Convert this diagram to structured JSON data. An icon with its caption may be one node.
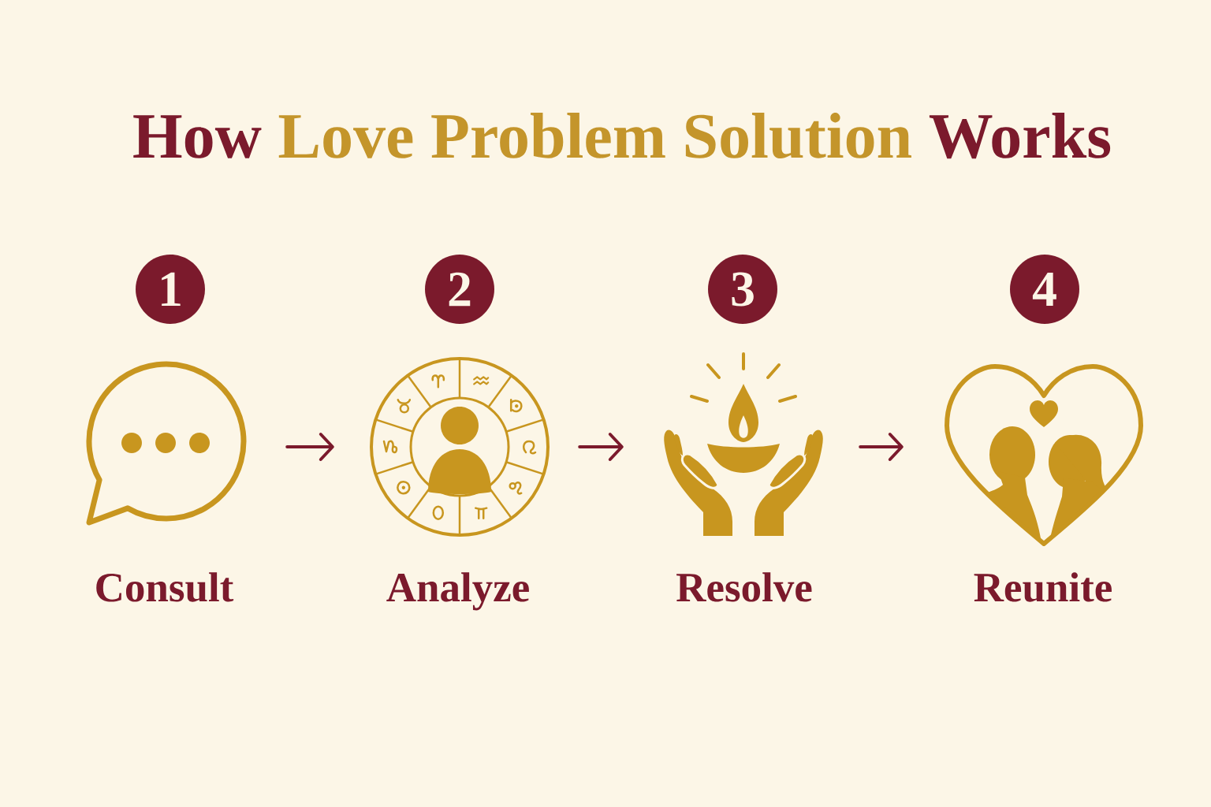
{
  "diagram": {
    "title": "How Love Problem Solution Works",
    "nodes": [
      {
        "text": [
          "1"
        ]
      },
      {
        "text": [],
        "shape": "picture",
        "beside": [
          "Consult"
        ]
      },
      {
        "text": [
          "2"
        ]
      },
      {
        "text": [],
        "shape": "picture",
        "beside": [
          "Analyze"
        ]
      },
      {
        "text": [
          "3"
        ]
      },
      {
        "text": [],
        "shape": "picture",
        "beside": [
          "Resolve"
        ]
      },
      {
        "text": [
          "4"
        ]
      },
      {
        "text": [],
        "shape": "picture",
        "beside": [
          "Reunite"
        ]
      }
    ],
    "edges": [
      {
        "from": 1,
        "to": 3,
        "arrow": "to"
      },
      {
        "from": 3,
        "to": 5,
        "arrow": "to"
      },
      {
        "from": 5,
        "to": 7,
        "arrow": "to"
      }
    ]
  }
}
